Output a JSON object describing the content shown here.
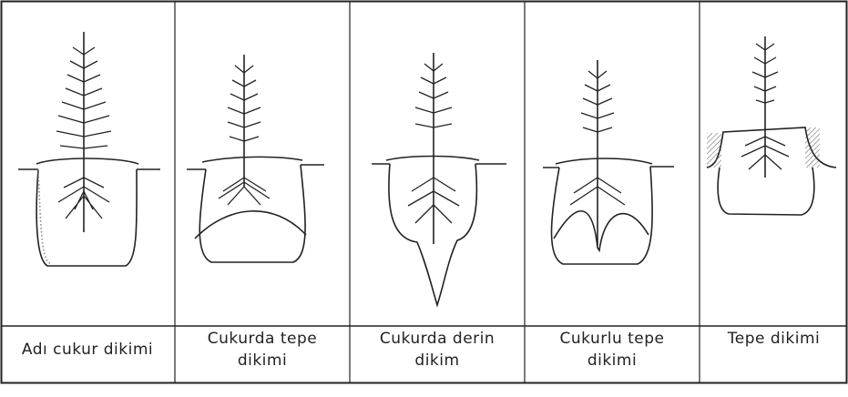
{
  "captions": [
    {
      "line1": "Adı cukur dikimi",
      "line2": ""
    },
    {
      "line1": "Cukurda  tepe",
      "line2": "dikimi"
    },
    {
      "line1": "Cukurda  derin",
      "line2": "dikim"
    },
    {
      "line1": "Cukurlu tepe",
      "line2": "dikimi"
    },
    {
      "line1": "Tepe  dikimi",
      "line2": ""
    }
  ]
}
